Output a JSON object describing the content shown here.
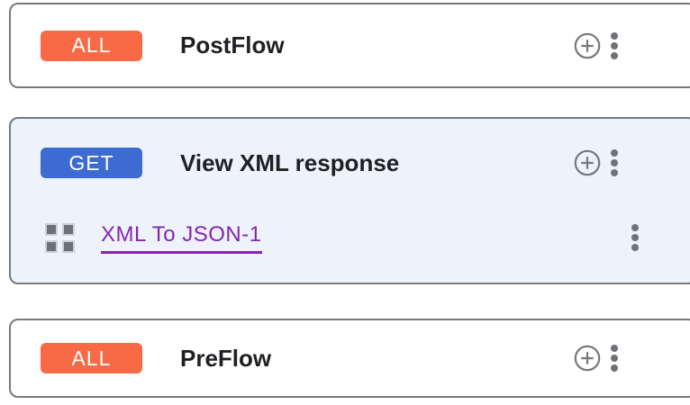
{
  "cards": [
    {
      "badge_label": "ALL",
      "title": "PostFlow"
    },
    {
      "badge_label": "GET",
      "title": "View XML response",
      "steps": [
        {
          "label": "XML To JSON-1"
        }
      ]
    },
    {
      "badge_label": "ALL",
      "title": "PreFlow"
    }
  ],
  "colors": {
    "all_badge_orange": "#f76a45",
    "get_badge_blue": "#3d6bd2",
    "step_link_purple": "#8427af",
    "selected_card_bg": "#eef2fb",
    "card_border_gray": "#76797d",
    "icon_gray": "#6f7377"
  },
  "icons": {
    "add": "add-circle-icon (⊕ outlined circle with plus)",
    "menu": "more-vert-icon (⋮ three vertical dots)",
    "policy": "policy-grid-icon (2x2 gray squares)"
  }
}
